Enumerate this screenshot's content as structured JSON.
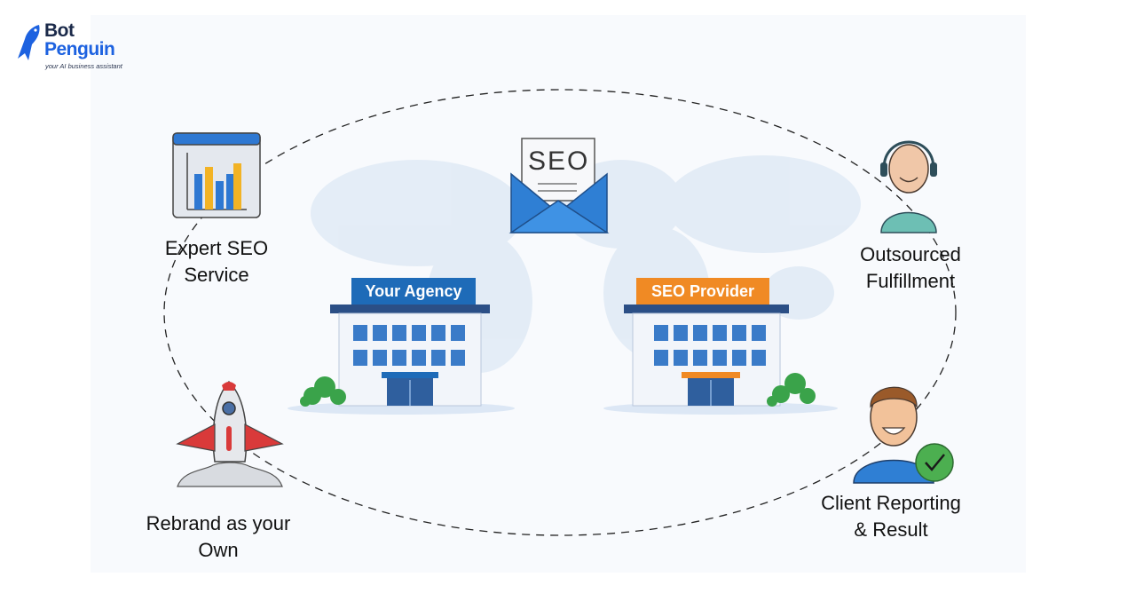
{
  "brand": {
    "name_line1": "Bot",
    "name_line2": "Penguin",
    "tagline": "your AI business assistant",
    "colors": {
      "dark": "#1b2a4a",
      "blue": "#1d62e0"
    }
  },
  "center": {
    "envelope_label": "SEO",
    "agency_sign": "Your Agency",
    "provider_sign": "SEO Provider"
  },
  "nodes": {
    "expert_seo": {
      "line1": "Expert SEO",
      "line2": "Service",
      "icon": "bar-chart-window-icon"
    },
    "outsourced": {
      "line1": "Outsourced",
      "line2": "Fulfillment",
      "icon": "headset-support-icon"
    },
    "rebrand": {
      "line1": "Rebrand as your",
      "line2": "Own",
      "icon": "rocket-icon"
    },
    "client": {
      "line1": "Client Reporting",
      "line2": "& Result",
      "icon": "happy-client-check-icon"
    }
  },
  "colors": {
    "agency_sign": "#1e6bb8",
    "provider_sign": "#f08a24",
    "building": "#f2f5fa",
    "window": "#3a7bc8",
    "bush": "#3aa34a",
    "dashed_line": "#222222"
  }
}
